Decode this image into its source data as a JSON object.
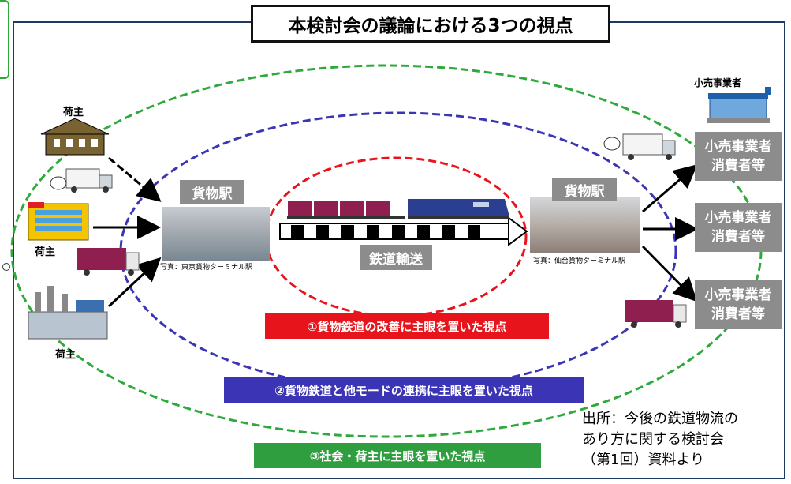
{
  "title": "本検討会の議論における3つの視点",
  "shippers": {
    "top_label": "荷主",
    "middle_label": "荷主",
    "bottom_label": "荷主"
  },
  "origin_station": {
    "label": "貨物駅",
    "caption": "写真：東京貨物ターミナル駅"
  },
  "rail_transport_label": "鉄道輸送",
  "destination_station": {
    "label": "貨物駅",
    "caption": "写真：仙台貨物ターミナル駅"
  },
  "retailer_icon_label": "小売事業者",
  "destinations": [
    {
      "line1": "小売事業者",
      "line2": "消費者等"
    },
    {
      "line1": "小売事業者",
      "line2": "消費者等"
    },
    {
      "line1": "小売事業者",
      "line2": "消費者等"
    }
  ],
  "viewpoints": [
    {
      "label": "①貨物鉄道の改善に主眼を置いた視点",
      "color": "#e8141b"
    },
    {
      "label": "②貨物鉄道と他モードの連携に主眼を置いた視点",
      "color": "#3b35b5"
    },
    {
      "label": "③社会・荷主に主眼を置いた視点",
      "color": "#2e9e3e"
    }
  ],
  "ellipse_colors": {
    "inner": "#e8141b",
    "middle": "#3b35b5",
    "outer": "#2eaa3c"
  },
  "source_note": [
    "出所：今後の鉄道物流の",
    "あり方に関する検討会",
    "（第1回）資料より"
  ]
}
